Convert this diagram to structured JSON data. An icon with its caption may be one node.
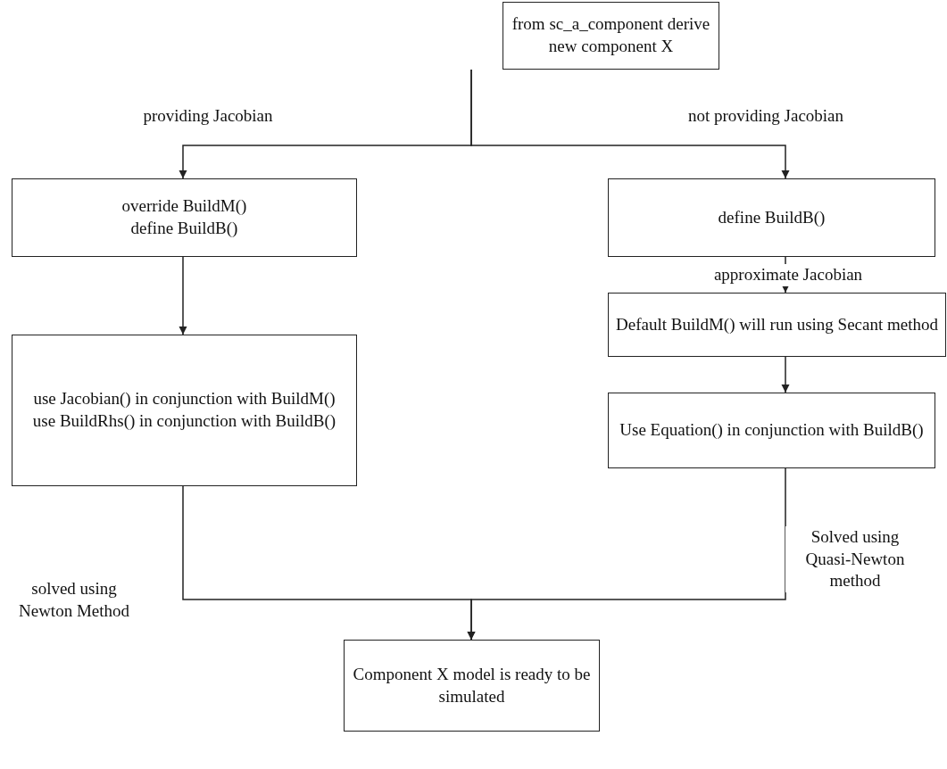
{
  "diagram": {
    "nodes": [
      {
        "text": [
          "from sc_a_component derive new component X"
        ]
      },
      {
        "text": [
          "override BuildM()",
          "define BuildB()"
        ]
      },
      {
        "text": [
          "define BuildB()"
        ]
      },
      {
        "text": [
          "use Jacobian() in conjunction with BuildM()",
          "use BuildRhs() in conjunction with BuildB()"
        ]
      },
      {
        "text": [
          "Default BuildM() will run using Secant method"
        ]
      },
      {
        "text": [
          "Use Equation() in conjunction with BuildB()"
        ]
      },
      {
        "text": [
          "Component X model is ready to be simulated"
        ]
      }
    ],
    "edges": [
      {
        "from": 0,
        "to": 1,
        "arrow": "to",
        "label": "providing Jacobian"
      },
      {
        "from": 0,
        "to": 2,
        "arrow": "to",
        "label": "not providing Jacobian"
      },
      {
        "from": 1,
        "to": 3,
        "arrow": "to"
      },
      {
        "from": 2,
        "to": 4,
        "arrow": "to",
        "label": "approximate Jacobian"
      },
      {
        "from": 4,
        "to": 5,
        "arrow": "to"
      },
      {
        "from": 3,
        "to": 6,
        "arrow": "to",
        "label": "solved using Newton Method"
      },
      {
        "from": 5,
        "to": 6,
        "arrow": "to",
        "label": "Solved using Quasi-Newton method"
      }
    ]
  }
}
